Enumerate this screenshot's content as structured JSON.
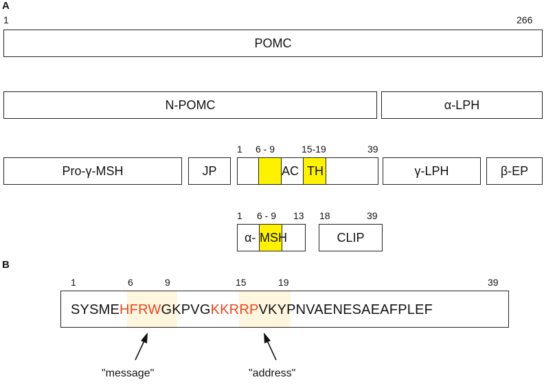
{
  "panels": {
    "a": "A",
    "b": "B"
  },
  "row1": {
    "start": "1",
    "end": "266",
    "pomc": "POMC"
  },
  "row2": {
    "npomc": "N-POMC",
    "alpha_lph": "α-LPH"
  },
  "row3": {
    "pro_gamma_msh": "Pro-γ-MSH",
    "jp": "JP",
    "acth_ac": "AC",
    "acth_th": "TH",
    "gamma_lph": "γ-LPH",
    "beta_ep": "β-EP",
    "num_1": "1",
    "num_6_9": "6 - 9",
    "num_15_19": "15-19",
    "num_39": "39"
  },
  "row4": {
    "alpha_msh_a": "α-",
    "alpha_msh_b": "MSH",
    "clip": "CLIP",
    "num_1": "1",
    "num_6_9": "6 - 9",
    "num_13": "13",
    "num_18": "18",
    "num_39": "39"
  },
  "panel_b": {
    "numbers": {
      "n1": "1",
      "n6": "6",
      "n9": "9",
      "n15": "15",
      "n19": "19",
      "n39": "39"
    },
    "sequence": {
      "part1": "SYSME",
      "message_motif": "HFRW",
      "part2": "GKPVG",
      "address_motif": "KKRRP",
      "part3": "VKYPNVAENESAEAFPLEF"
    },
    "message_label": "\"message\"",
    "address_label": "\"address\""
  },
  "colors": {
    "highlight": "#fff200",
    "motif_text": "#e8461f",
    "motif_shade": "#fff6df"
  }
}
